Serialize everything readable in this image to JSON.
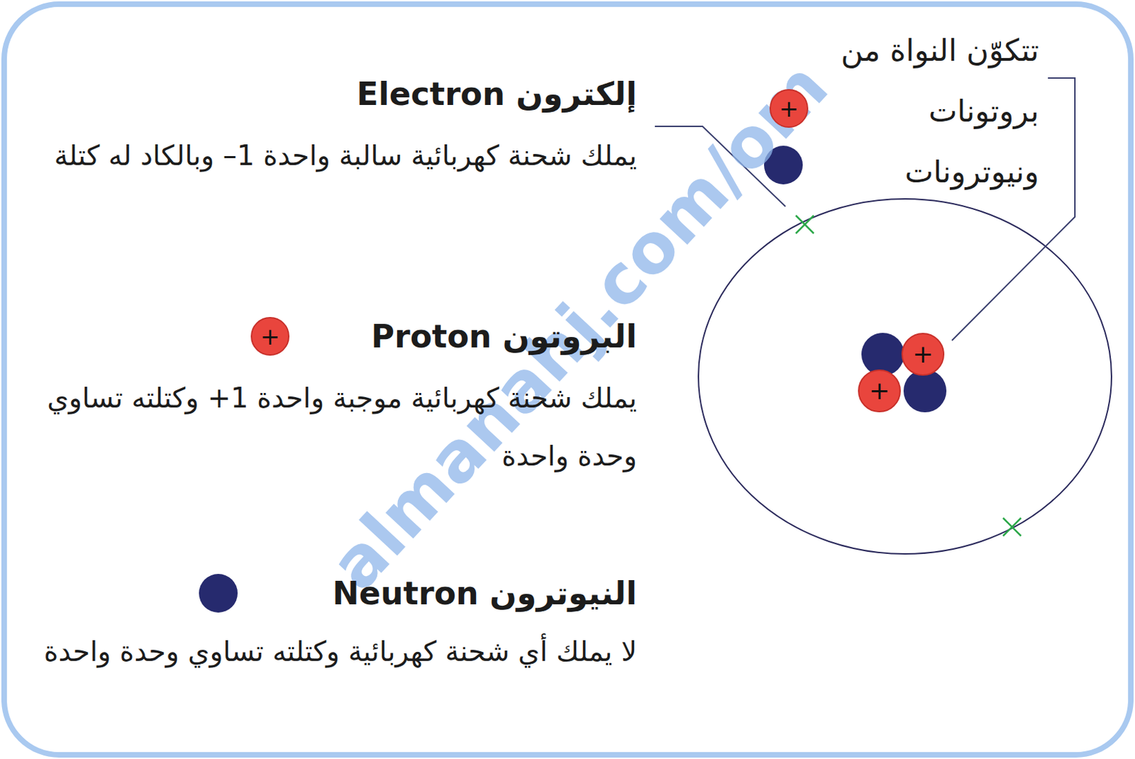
{
  "diagram": {
    "nodes": [
      {
        "text": [
          "+"
        ]
      },
      {
        "text": [
          "+"
        ]
      },
      {
        "text": [
          "+"
        ]
      },
      {
        "text": [
          "+"
        ]
      }
    ],
    "labels": [
      "تتكوّن النواة من بروتونات ونيوترونات",
      "إلكترون Electron",
      "يملك شحنة كهربائية سالبة واحدة 1– وبالكاد له كتلة",
      "البروتون Proton",
      "يملك شحنة كهربائية موجبة واحدة 1+ وكتلته تساوي وحدة واحدة",
      "النيوترون Neutron",
      "لا يملك أي شحنة كهربائية وكتلته تساوي وحدة واحدة",
      "almanahj.com/om"
    ]
  }
}
